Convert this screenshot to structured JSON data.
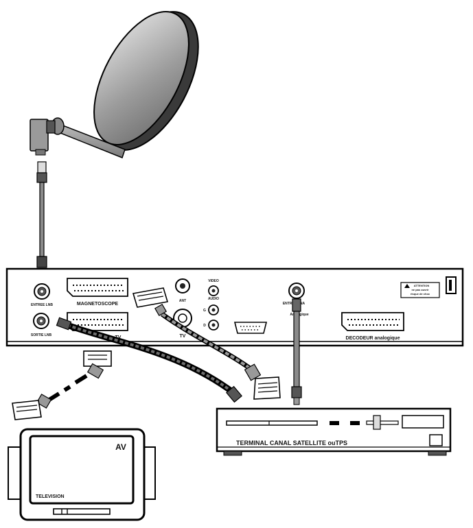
{
  "receiver": {
    "lnb_in": "ENTREE LNB",
    "lnb_out": "SORTIE LNB",
    "vcr_scart": "MAGNETOSCOPE",
    "tv_scart": "TV",
    "ant": "ANT",
    "tv_rf": "TV",
    "video": "VIDEO",
    "audio": "AUDIO",
    "audio_g": "G",
    "audio_d": "D",
    "analog_in_top": "ENTREE ANA",
    "analog_in_bottom": "Analogique",
    "decoder": "DECODEUR analogique",
    "warning_title": "ATTENTION",
    "warning_line1": "ne pas ouvrir",
    "warning_line2": "risque de choc"
  },
  "terminal": {
    "label": "TERMINAL CANAL SATELLITE ouTPS"
  },
  "television": {
    "badge": "AV",
    "label": "TELEVISION"
  }
}
